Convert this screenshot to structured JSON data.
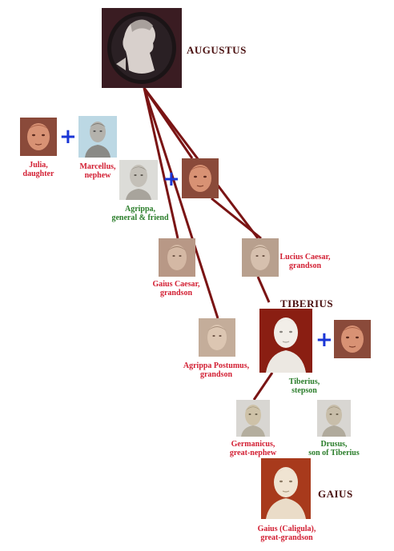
{
  "colors": {
    "line": "#7a1414",
    "plus": "#1a36d6",
    "caption_red": "#d21e32",
    "caption_green": "#2a7d2a",
    "title": "#4a1010"
  },
  "plus_sign": "+",
  "rulers": {
    "augustus": "AUGUSTUS",
    "tiberius": "TIBERIUS",
    "gaius": "GAIUS"
  },
  "people": {
    "julia": {
      "line1": "Julia,",
      "line2": "daughter"
    },
    "marcellus": {
      "line1": "Marcellus,",
      "line2": "nephew"
    },
    "agrippa": {
      "line1": "Agrippa,",
      "line2": "general & friend"
    },
    "gaius_caesar": {
      "line1": "Gaius Caesar,",
      "line2": "grandson"
    },
    "lucius_caesar": {
      "line1": "Lucius Caesar,",
      "line2": "grandson"
    },
    "agrippa_postumus": {
      "line1": "Agrippa Postumus,",
      "line2": "grandson"
    },
    "tiberius": {
      "line1": "Tiberius,",
      "line2": "stepson"
    },
    "germanicus": {
      "line1": "Germanicus,",
      "line2": "great-nephew"
    },
    "drusus": {
      "line1": "Drusus,",
      "line2": "son of Tiberius"
    },
    "gaius_caligula": {
      "line1": "Gaius (Caligula),",
      "line2": "great-grandson"
    }
  },
  "portrait_icons": {
    "augustus": "cameo-portrait-icon",
    "julia": "bronze-bust-icon",
    "marcellus": "marble-bust-icon",
    "agrippa": "marble-bust-icon",
    "julia_second": "bronze-bust-icon",
    "gaius_caesar": "marble-bust-icon",
    "lucius_caesar": "marble-bust-icon",
    "agrippa_postumus": "marble-bust-icon",
    "tiberius": "marble-bust-icon",
    "julia_third": "bronze-bust-icon",
    "germanicus": "marble-bust-icon",
    "drusus": "marble-bust-icon",
    "gaius_caligula": "marble-bust-icon"
  }
}
